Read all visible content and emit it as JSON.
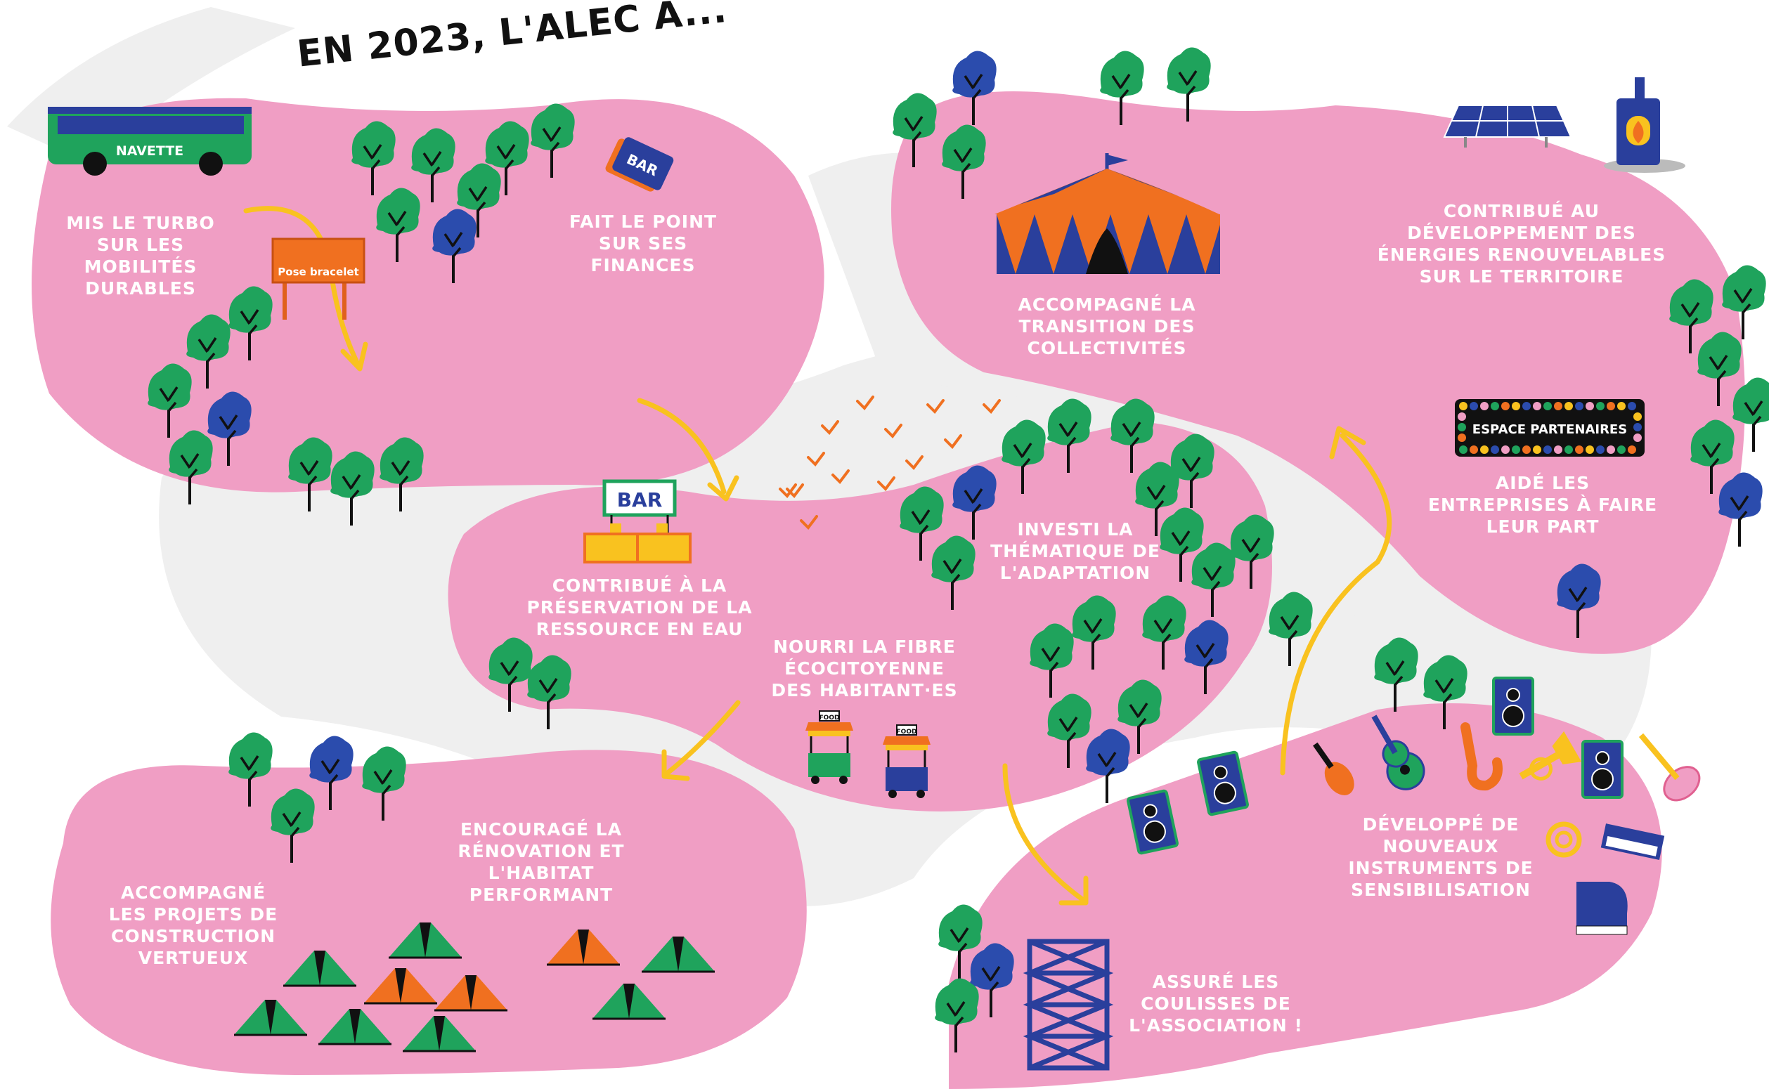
{
  "title": "EN 2023, L'ALEC A...",
  "colors": {
    "blob": "#f09ec4",
    "road": "#eeeeee",
    "tree_green": "#1fa35c",
    "tree_blue": "#2b4cad",
    "arrow": "#f9c21f",
    "orange": "#f07020",
    "navy": "#2a3f9c"
  },
  "bus_label": "NAVETTE",
  "sign_bracelet": "Pose bracelet",
  "ticket_label": "BAR",
  "bar_sign": "BAR",
  "partner_sign": "ESPACE PARTENAIRES",
  "food_label": "FOOD",
  "icons": [
    "bus-icon",
    "ticket-icon",
    "circus-tent-icon",
    "solar-panel-icon",
    "stove-icon",
    "bar-stand-icon",
    "food-cart-icon",
    "speaker-icon",
    "violin-icon",
    "guitar-icon",
    "saxophone-icon",
    "trumpet-icon",
    "french-horn-icon",
    "keyboard-icon",
    "piano-icon",
    "electric-guitar-icon",
    "scaffold-tower-icon",
    "tent-icon",
    "tree-icon",
    "bird-icon"
  ],
  "labels": {
    "mobility": "MIS LE TURBO SUR LES MOBILITÉS DURABLES",
    "finances": "FAIT LE POINT SUR SES FINANCES",
    "collectivites": "ACCOMPAGNÉ LA TRANSITION DES COLLECTIVITÉS",
    "renewables": "CONTRIBUÉ AU DÉVELOPPEMENT DES ÉNERGIES RENOUVELABLES SUR LE TERRITOIRE",
    "businesses": "AIDÉ LES ENTREPRISES À FAIRE LEUR PART",
    "water": "CONTRIBUÉ À LA PRÉSERVATION DE LA RESSOURCE EN EAU",
    "adaptation": "INVESTI LA THÉMATIQUE DE L'ADAPTATION",
    "ecocitizen": "NOURRI LA FIBRE ÉCOCITOYENNE DES HABITANT·ES",
    "renovation": "ENCOURAGÉ LA RÉNOVATION ET L'HABITAT PERFORMANT",
    "construction": "ACCOMPAGNÉ LES PROJETS DE CONSTRUCTION VERTUEUX",
    "awareness": "DÉVELOPPÉ DE NOUVEAUX INSTRUMENTS DE SENSIBILISATION",
    "backstage": "ASSURÉ LES COULISSES DE L'ASSOCIATION !"
  }
}
